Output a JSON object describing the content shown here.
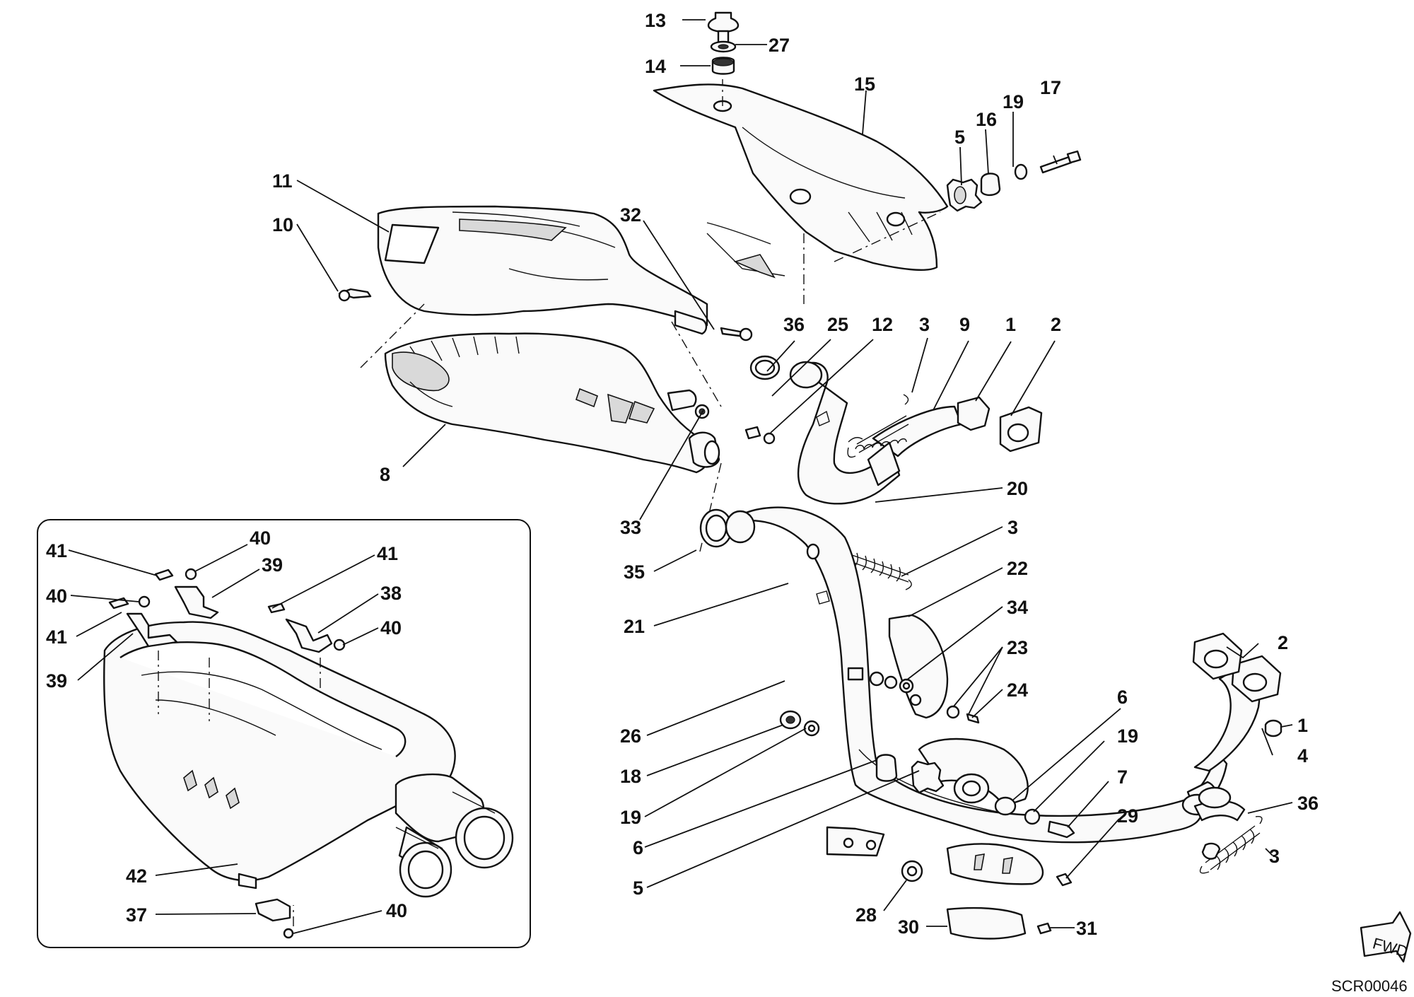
{
  "diagram": {
    "code": "SCR00046",
    "fwd_label": "FWD"
  },
  "callouts": [
    {
      "id": "c13",
      "text": "13"
    },
    {
      "id": "c27",
      "text": "27"
    },
    {
      "id": "c14",
      "text": "14"
    },
    {
      "id": "c15",
      "text": "15"
    },
    {
      "id": "c17",
      "text": "17"
    },
    {
      "id": "c19a",
      "text": "19"
    },
    {
      "id": "c16",
      "text": "16"
    },
    {
      "id": "c5a",
      "text": "5"
    },
    {
      "id": "c11",
      "text": "11"
    },
    {
      "id": "c10",
      "text": "10"
    },
    {
      "id": "c32",
      "text": "32"
    },
    {
      "id": "c36a",
      "text": "36"
    },
    {
      "id": "c25",
      "text": "25"
    },
    {
      "id": "c12",
      "text": "12"
    },
    {
      "id": "c3a",
      "text": "3"
    },
    {
      "id": "c9",
      "text": "9"
    },
    {
      "id": "c1a",
      "text": "1"
    },
    {
      "id": "c2a",
      "text": "2"
    },
    {
      "id": "c8",
      "text": "8"
    },
    {
      "id": "c20",
      "text": "20"
    },
    {
      "id": "c33",
      "text": "33"
    },
    {
      "id": "c3b",
      "text": "3"
    },
    {
      "id": "c35",
      "text": "35"
    },
    {
      "id": "c22",
      "text": "22"
    },
    {
      "id": "c21",
      "text": "21"
    },
    {
      "id": "c34",
      "text": "34"
    },
    {
      "id": "c23",
      "text": "23"
    },
    {
      "id": "c24",
      "text": "24"
    },
    {
      "id": "c2b",
      "text": "2"
    },
    {
      "id": "c1b",
      "text": "1"
    },
    {
      "id": "c4",
      "text": "4"
    },
    {
      "id": "c26",
      "text": "26"
    },
    {
      "id": "c6a",
      "text": "6"
    },
    {
      "id": "c19b",
      "text": "19"
    },
    {
      "id": "c18",
      "text": "18"
    },
    {
      "id": "c7",
      "text": "7"
    },
    {
      "id": "c36b",
      "text": "36"
    },
    {
      "id": "c19c",
      "text": "19"
    },
    {
      "id": "c29",
      "text": "29"
    },
    {
      "id": "c6b",
      "text": "6"
    },
    {
      "id": "c3c",
      "text": "3"
    },
    {
      "id": "c5b",
      "text": "5"
    },
    {
      "id": "c28",
      "text": "28"
    },
    {
      "id": "c30",
      "text": "30"
    },
    {
      "id": "c31",
      "text": "31"
    },
    {
      "id": "c41a",
      "text": "41"
    },
    {
      "id": "c40a",
      "text": "40"
    },
    {
      "id": "c39a",
      "text": "39"
    },
    {
      "id": "c40b",
      "text": "40"
    },
    {
      "id": "c41b",
      "text": "41"
    },
    {
      "id": "c41c",
      "text": "41"
    },
    {
      "id": "c38",
      "text": "38"
    },
    {
      "id": "c39b",
      "text": "39"
    },
    {
      "id": "c40c",
      "text": "40"
    },
    {
      "id": "c42",
      "text": "42"
    },
    {
      "id": "c37",
      "text": "37"
    },
    {
      "id": "c40d",
      "text": "40"
    }
  ]
}
